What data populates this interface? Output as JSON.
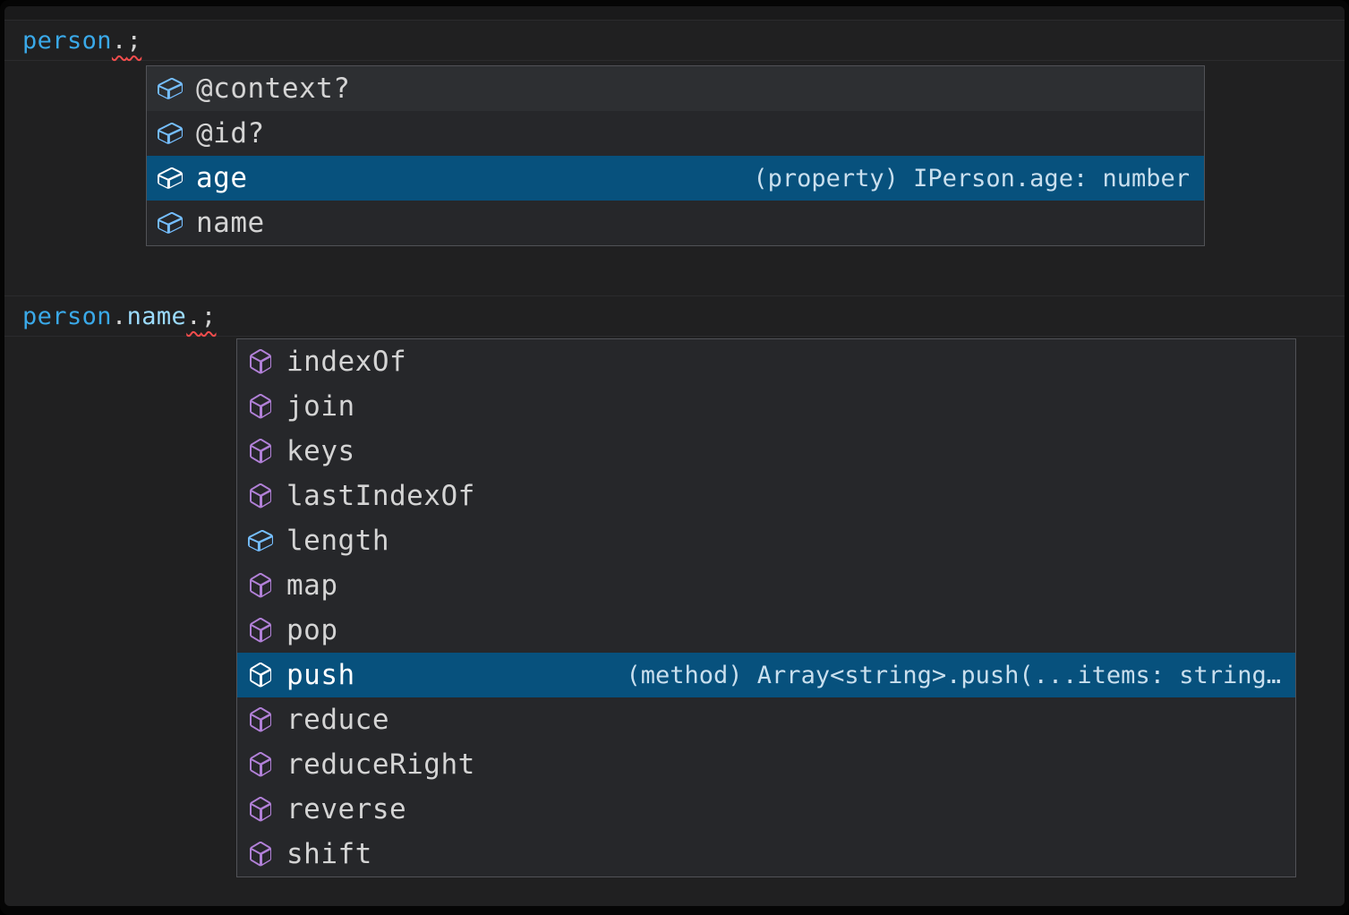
{
  "colors": {
    "editor_background": "#202021",
    "frame": "#050505",
    "widget_background": "#26272a",
    "widget_border": "#515257",
    "selected_row_background": "#07517d",
    "hover_row_background": "#2d2f32",
    "label_text": "#d4d4d4",
    "selected_label_text": "#ffffff",
    "detail_text": "#c9dfee",
    "field_icon": "#75beff",
    "method_icon": "#b180d7",
    "variable_token": "#3aa9e9",
    "property_token": "#9cdcfe",
    "punctuation_token": "#d4d4d4",
    "error_squiggle": "#f14c4c"
  },
  "snippet1": {
    "code_tokens": [
      {
        "text": "person",
        "type": "variable",
        "error": false
      },
      {
        "text": ".",
        "type": "punct",
        "error": true
      },
      {
        "text": ";",
        "type": "punct",
        "error": true
      }
    ],
    "suggestions": [
      {
        "label": "@context?",
        "kind": "field",
        "state": "hover",
        "detail": ""
      },
      {
        "label": "@id?",
        "kind": "field",
        "state": "",
        "detail": ""
      },
      {
        "label": "age",
        "kind": "field",
        "state": "selected",
        "detail": "(property) IPerson.age: number"
      },
      {
        "label": "name",
        "kind": "field",
        "state": "",
        "detail": ""
      }
    ]
  },
  "snippet2": {
    "code_tokens": [
      {
        "text": "person",
        "type": "variable",
        "error": false
      },
      {
        "text": ".",
        "type": "punct",
        "error": false
      },
      {
        "text": "name",
        "type": "property",
        "error": false
      },
      {
        "text": ".",
        "type": "punct",
        "error": true
      },
      {
        "text": ";",
        "type": "punct",
        "error": true
      }
    ],
    "suggestions": [
      {
        "label": "indexOf",
        "kind": "method",
        "state": "",
        "detail": ""
      },
      {
        "label": "join",
        "kind": "method",
        "state": "",
        "detail": ""
      },
      {
        "label": "keys",
        "kind": "method",
        "state": "",
        "detail": ""
      },
      {
        "label": "lastIndexOf",
        "kind": "method",
        "state": "",
        "detail": ""
      },
      {
        "label": "length",
        "kind": "field",
        "state": "",
        "detail": ""
      },
      {
        "label": "map",
        "kind": "method",
        "state": "",
        "detail": ""
      },
      {
        "label": "pop",
        "kind": "method",
        "state": "",
        "detail": ""
      },
      {
        "label": "push",
        "kind": "method",
        "state": "selected",
        "detail": "(method) Array<string>.push(...items: string…"
      },
      {
        "label": "reduce",
        "kind": "method",
        "state": "",
        "detail": ""
      },
      {
        "label": "reduceRight",
        "kind": "method",
        "state": "",
        "detail": ""
      },
      {
        "label": "reverse",
        "kind": "method",
        "state": "",
        "detail": ""
      },
      {
        "label": "shift",
        "kind": "method",
        "state": "",
        "detail": ""
      }
    ]
  }
}
